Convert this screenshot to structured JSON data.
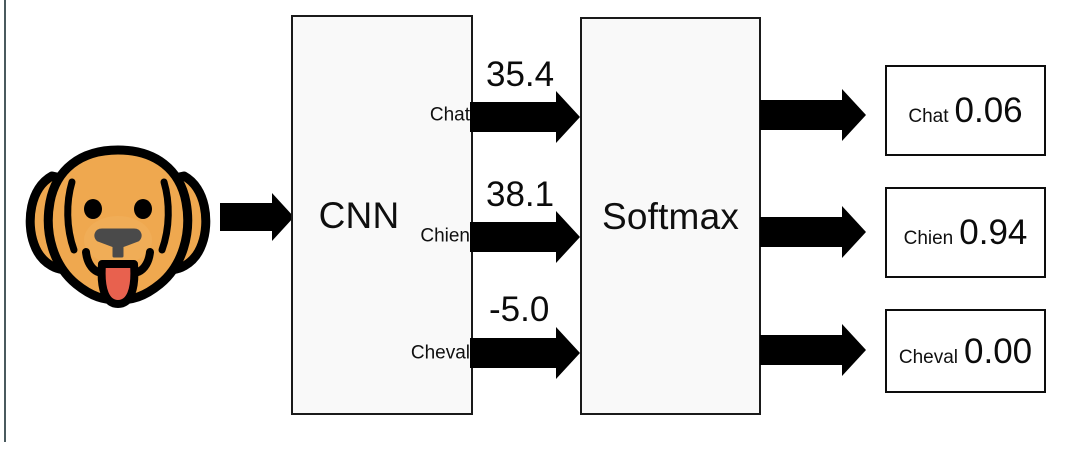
{
  "diagram": {
    "title": "CNN softmax classification pipeline",
    "input": {
      "icon": "dog-face-emoji",
      "alt_label": "dog photo input"
    },
    "stages": [
      {
        "id": "cnn",
        "label": "CNN"
      },
      {
        "id": "softmax",
        "label": "Softmax"
      }
    ],
    "classes": [
      {
        "name": "Chat",
        "logit": "35.4",
        "probability": "0.06"
      },
      {
        "name": "Chien",
        "logit": "38.1",
        "probability": "0.94"
      },
      {
        "name": "Cheval",
        "logit": "-5.0",
        "probability": "0.00"
      }
    ],
    "arrows": [
      {
        "id": "input-arrow",
        "from": "dog-image",
        "to": "cnn"
      },
      {
        "id": "chat-logit",
        "from": "cnn",
        "to": "softmax"
      },
      {
        "id": "chien-logit",
        "from": "cnn",
        "to": "softmax"
      },
      {
        "id": "cheval-logit",
        "from": "cnn",
        "to": "softmax"
      },
      {
        "id": "chat-out",
        "from": "softmax",
        "to": "chat-box"
      },
      {
        "id": "chien-out",
        "from": "softmax",
        "to": "chien-box"
      },
      {
        "id": "cheval-out",
        "from": "softmax",
        "to": "cheval-box"
      }
    ]
  },
  "colors": {
    "background": "#ffffff",
    "box_fill": "#f9f9f9",
    "box_stroke": "#1a1a1a",
    "arrow": "#000000",
    "text": "#0b0b0b",
    "rule": "#4a5a5e",
    "dog_fur": "#efa84f",
    "dog_fur_shade": "#e8a24c",
    "dog_outline": "#000000",
    "dog_nose": "#4a4a4a",
    "dog_tongue": "#e8614e"
  }
}
